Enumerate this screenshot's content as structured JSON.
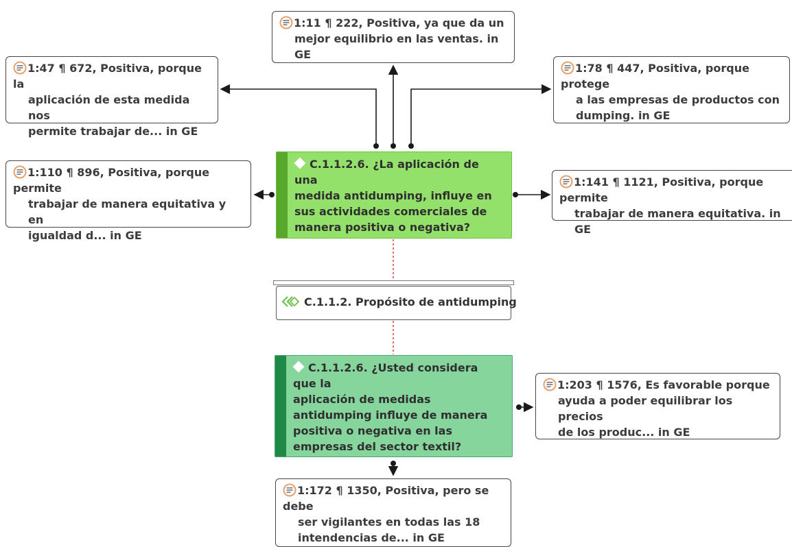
{
  "colors": {
    "code_green_fill": "#93e16a",
    "code_green_bar": "#57a82b",
    "code_teal_fill": "#86d59c",
    "code_teal_bar": "#1f8a47",
    "quote_icon": "#e8a06a",
    "connector": "#1a1a1a",
    "dotted_link": "#d9534f"
  },
  "icons": {
    "quote": "quotation-document-icon",
    "code": "code-diamond-icon",
    "theme": "code-group-chevrons-icon"
  },
  "codes": [
    {
      "label": "C.1.1.2.6. ¿La aplicación de una",
      "lines": [
        "medida antidumping, influye en",
        "sus actividades comerciales de",
        "manera positiva o negativa?"
      ]
    },
    {
      "label": "C.1.1.2.6. ¿Usted considera que la",
      "lines": [
        "aplicación de medidas",
        "antidumping influye de manera",
        "positiva o negativa en las",
        "empresas del sector textil?"
      ]
    }
  ],
  "theme": {
    "label": "C.1.1.2. Propósito de antidumping"
  },
  "quotes": [
    {
      "first": "1:11 ¶ 222, Positiva, ya que da un",
      "rest": [
        "mejor equilibrio en las ventas. in GE"
      ]
    },
    {
      "first": "1:47 ¶ 672, Positiva, porque la",
      "rest": [
        "aplicación de esta medida nos",
        "permite trabajar de... in GE"
      ]
    },
    {
      "first": "1:78 ¶ 447, Positiva, porque protege",
      "rest": [
        "a las empresas de productos con",
        "dumping. in GE"
      ]
    },
    {
      "first": "1:110 ¶ 896, Positiva, porque permite",
      "rest": [
        "trabajar de manera equitativa y en",
        "igualdad d... in GE"
      ]
    },
    {
      "first": "1:141 ¶ 1121, Positiva, porque permite",
      "rest": [
        "trabajar de manera equitativa. in GE"
      ]
    },
    {
      "first": "1:203 ¶ 1576, Es favorable porque",
      "rest": [
        "ayuda a poder equilibrar los precios",
        "de los produc... in GE"
      ]
    },
    {
      "first": "1:172 ¶ 1350, Positiva, pero se debe",
      "rest": [
        "ser vigilantes en todas las 18",
        "intendencias de... in GE"
      ]
    }
  ]
}
